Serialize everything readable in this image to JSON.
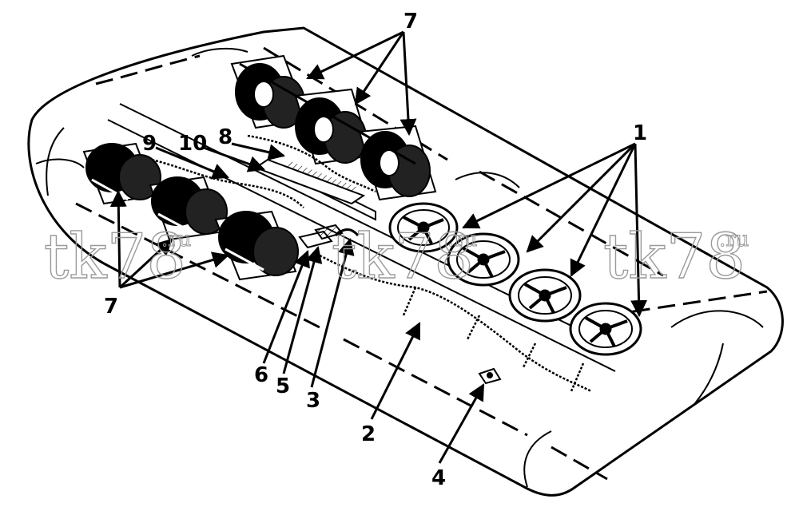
{
  "callouts": {
    "c1": "1",
    "c2": "2",
    "c3": "3",
    "c4": "4",
    "c5": "5",
    "c6": "6",
    "c7_top": "7",
    "c7_left": "7",
    "c8": "8",
    "c9": "9",
    "c10": "10"
  },
  "watermark": {
    "text": "tk78",
    "suffix": ".ru"
  }
}
